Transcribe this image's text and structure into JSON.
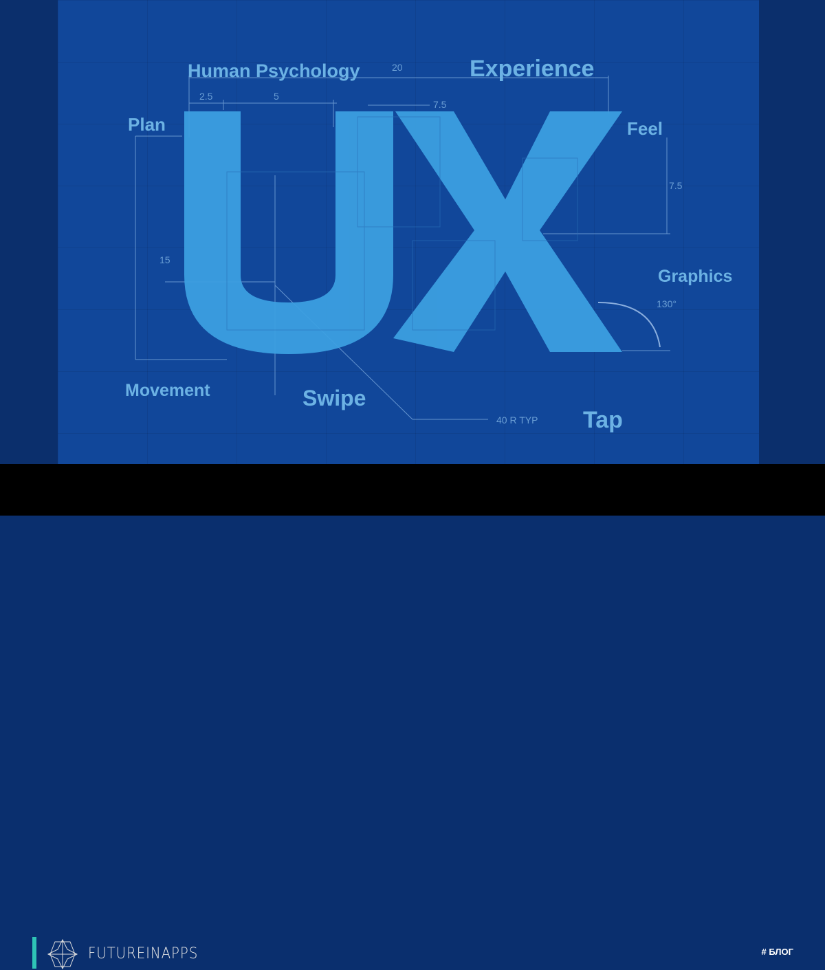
{
  "labels": {
    "human_psychology": "Human Psychology",
    "experience": "Experience",
    "plan": "Plan",
    "feel": "Feel",
    "graphics": "Graphics",
    "movement": "Movement",
    "swipe": "Swipe",
    "tap": "Tap",
    "logo_letters": "UX"
  },
  "dimensions": {
    "d20": "20",
    "d2_5": "2.5",
    "d5": "5",
    "d7_5_top": "7.5",
    "d7_5_right": "7.5",
    "d15": "15",
    "angle": "130°",
    "radius": "40 R TYP"
  },
  "colors": {
    "background": "#0c3478",
    "panel": "#11479a",
    "letters": "#3c9fe0",
    "label_text": "#6cb2e4",
    "accent": "#2ec4b6"
  },
  "footer": {
    "brand": "FUTUREINAPPS",
    "tag": "# БЛОГ"
  }
}
